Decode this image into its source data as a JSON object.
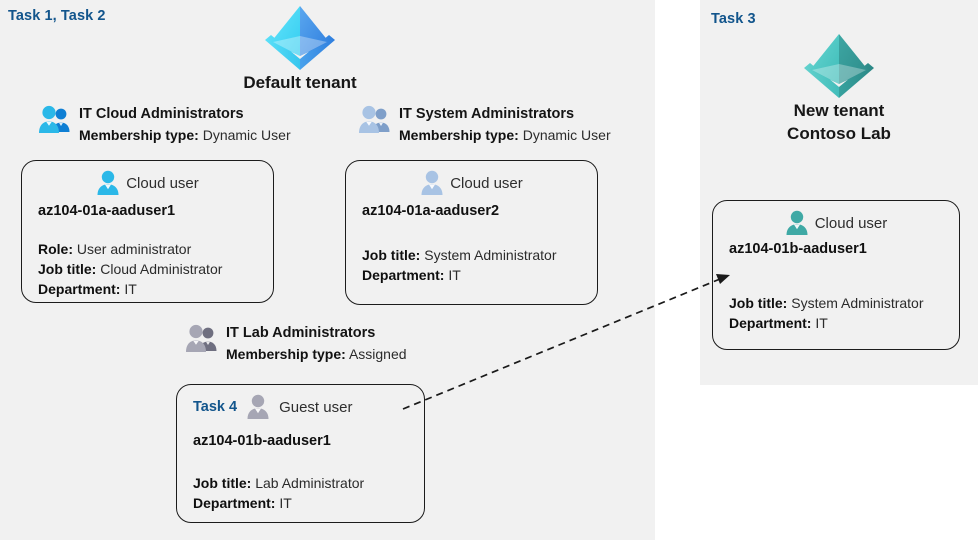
{
  "panels": {
    "left": {
      "name": "default-tenant-panel"
    },
    "right": {
      "name": "new-tenant-panel"
    }
  },
  "labels": {
    "task_1_2": "Task 1, Task 2",
    "task_3": "Task 3",
    "task_4": "Task 4"
  },
  "tenants": [
    {
      "id": "default",
      "name": "Default tenant",
      "icon": "azure-ad-tenant-icon",
      "colors": {
        "left_face": "#4fd8f5",
        "right_face": "#4a90e2",
        "base": "#2ab7e8"
      }
    },
    {
      "id": "new",
      "name_line1": "New  tenant",
      "name_line2": "Contoso Lab",
      "icon": "azure-ad-tenant-icon",
      "colors": {
        "left_face": "#5fd2cc",
        "right_face": "#2f9a99",
        "base": "#3cc0bb"
      }
    }
  ],
  "groups": [
    {
      "id": "cloud-admins",
      "title": "IT Cloud Administrators",
      "membership_label": "Membership type:",
      "membership_value": "Dynamic User",
      "icon": "group-users-icon",
      "icon_color": "#2bb8e8"
    },
    {
      "id": "system-admins",
      "title": "IT System Administrators",
      "membership_label": "Membership type:",
      "membership_value": "Dynamic User",
      "icon": "group-users-icon",
      "icon_color": "#9cb9dd"
    },
    {
      "id": "lab-admins",
      "title": "IT Lab Administrators",
      "membership_label": "Membership type:",
      "membership_value": "Assigned",
      "icon": "group-users-icon",
      "icon_color": "#9b9bab"
    }
  ],
  "cards": [
    {
      "id": "aaduser1-default",
      "user_type": "Cloud user",
      "icon": "cloud-user-icon",
      "icon_color": "#2bb8e8",
      "upn": "az104-01a-aaduser1",
      "attrs": [
        {
          "label": "Role:",
          "value": "User administrator"
        },
        {
          "label": "Job title:",
          "value": "Cloud Administrator"
        },
        {
          "label": "Department:",
          "value": "IT"
        }
      ]
    },
    {
      "id": "aaduser2-default",
      "user_type": "Cloud user",
      "icon": "cloud-user-icon",
      "icon_color": "#9cb9dd",
      "upn": "az104-01a-aaduser2",
      "attrs": [
        {
          "label": "Job title:",
          "value": "System Administrator"
        },
        {
          "label": "Department:",
          "value": "IT"
        }
      ]
    },
    {
      "id": "aaduser1-contoso",
      "user_type": "Cloud user",
      "icon": "cloud-user-icon",
      "icon_color": "#3fa9a5",
      "upn": "az104-01b-aaduser1",
      "attrs": [
        {
          "label": "Job title:",
          "value": "System Administrator"
        },
        {
          "label": "Department:",
          "value": "IT"
        }
      ]
    },
    {
      "id": "aaduser1-guest",
      "task": "Task 4",
      "user_type": "Guest user",
      "icon": "guest-user-icon",
      "icon_color": "#9b9bab",
      "upn": "az104-01b-aaduser1",
      "attrs": [
        {
          "label": "Job title:",
          "value": "Lab Administrator"
        },
        {
          "label": "Department:",
          "value": "IT"
        }
      ]
    }
  ],
  "connector": {
    "name": "guest-invitation-arrow",
    "style": "dashed",
    "color": "#1a1a1a",
    "from": "guest-user-card",
    "to": "contoso-lab-cloud-user-card"
  },
  "colors": {
    "panel_bg": "#f1f1f1",
    "page_bg": "#ffffff",
    "task_label": "#12558c",
    "text": "#1a1a1a",
    "card_border": "#1c1c1c"
  }
}
